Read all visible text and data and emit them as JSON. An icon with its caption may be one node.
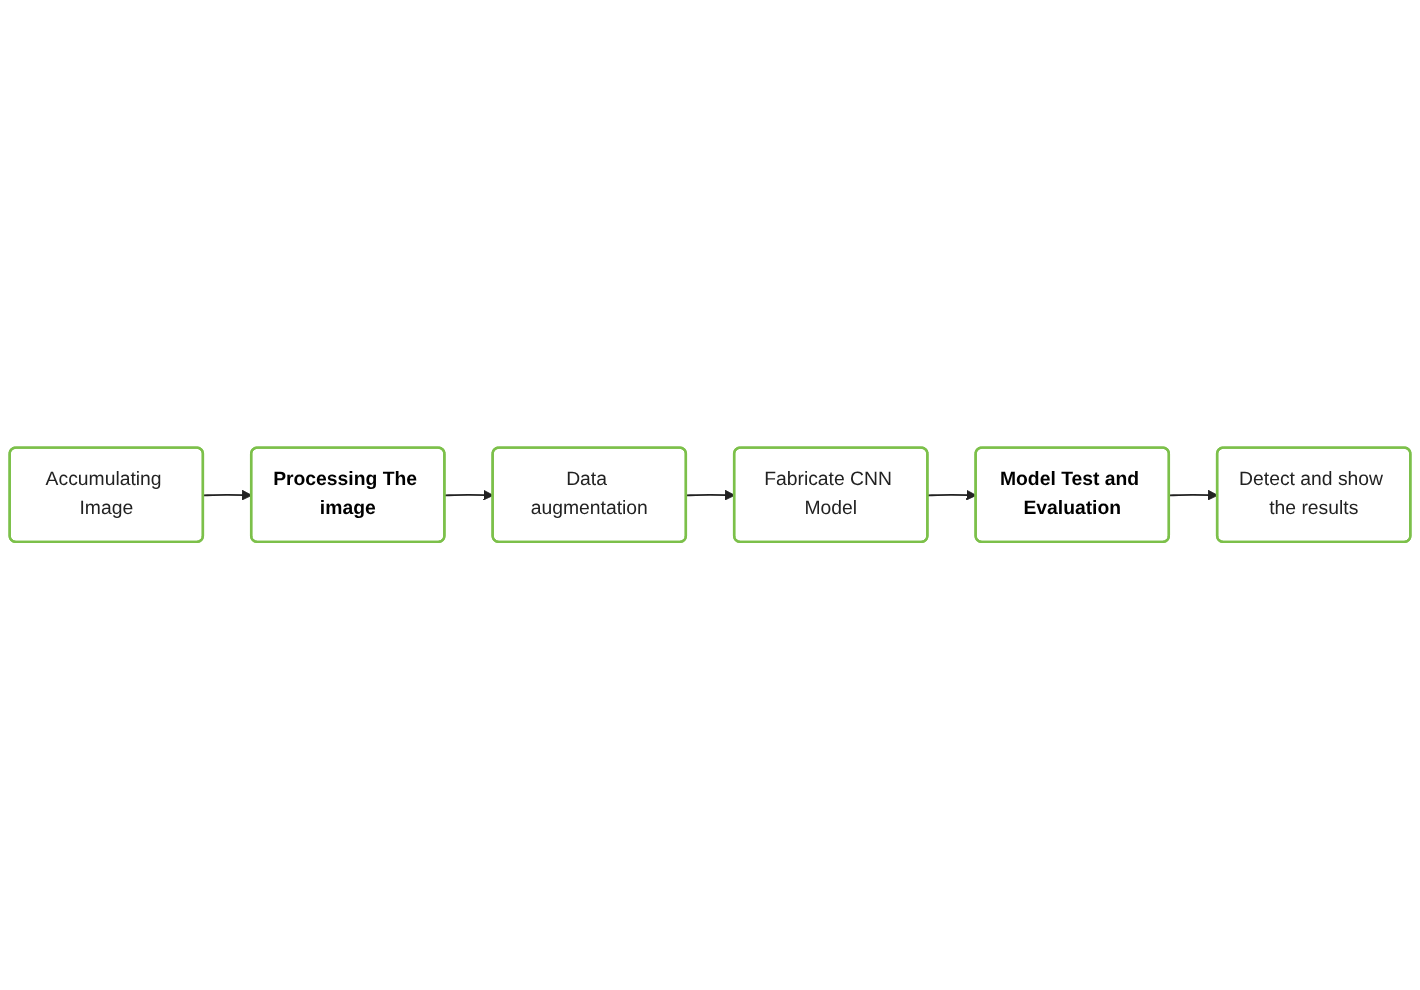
{
  "diagram": {
    "nodes": [
      {
        "text": [
          "Accumulating Image"
        ]
      },
      {
        "text": [
          "Processing The image"
        ]
      },
      {
        "text": [
          "Data augmentation"
        ]
      },
      {
        "text": [
          "Fabricate CNN Model"
        ]
      },
      {
        "text": [
          "Model Test and Evaluation"
        ]
      },
      {
        "text": [
          "Detect and show the results"
        ]
      }
    ],
    "edges": [
      {
        "from": 0,
        "to": 1,
        "arrow": "to"
      },
      {
        "from": 1,
        "to": 2,
        "arrow": "to"
      },
      {
        "from": 2,
        "to": 3,
        "arrow": "to"
      },
      {
        "from": 3,
        "to": 4,
        "arrow": "to"
      },
      {
        "from": 4,
        "to": 5,
        "arrow": "to"
      }
    ]
  }
}
